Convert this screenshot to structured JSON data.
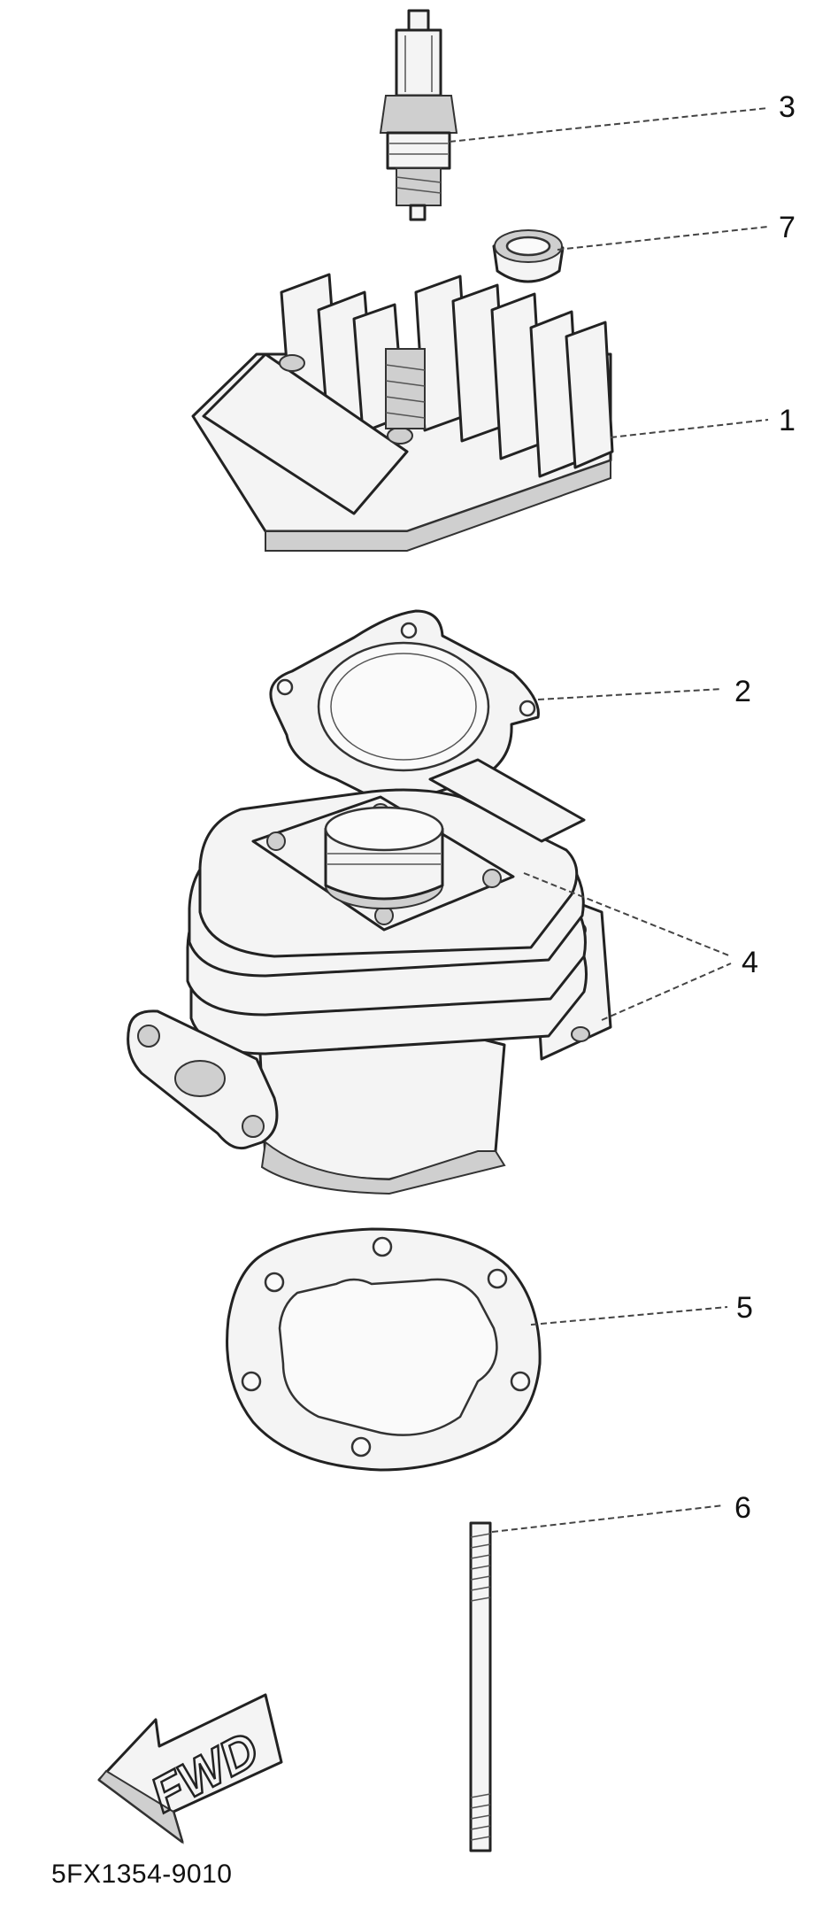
{
  "diagram": {
    "drawing_code": "5FX1354-9010",
    "fwd_label": "FWD",
    "callouts": [
      {
        "number": "1",
        "part": "cylinder-head"
      },
      {
        "number": "2",
        "part": "head-gasket"
      },
      {
        "number": "3",
        "part": "spark-plug"
      },
      {
        "number": "4",
        "part": "cylinder"
      },
      {
        "number": "5",
        "part": "base-gasket"
      },
      {
        "number": "6",
        "part": "stud-bolt"
      },
      {
        "number": "7",
        "part": "cap"
      }
    ]
  }
}
